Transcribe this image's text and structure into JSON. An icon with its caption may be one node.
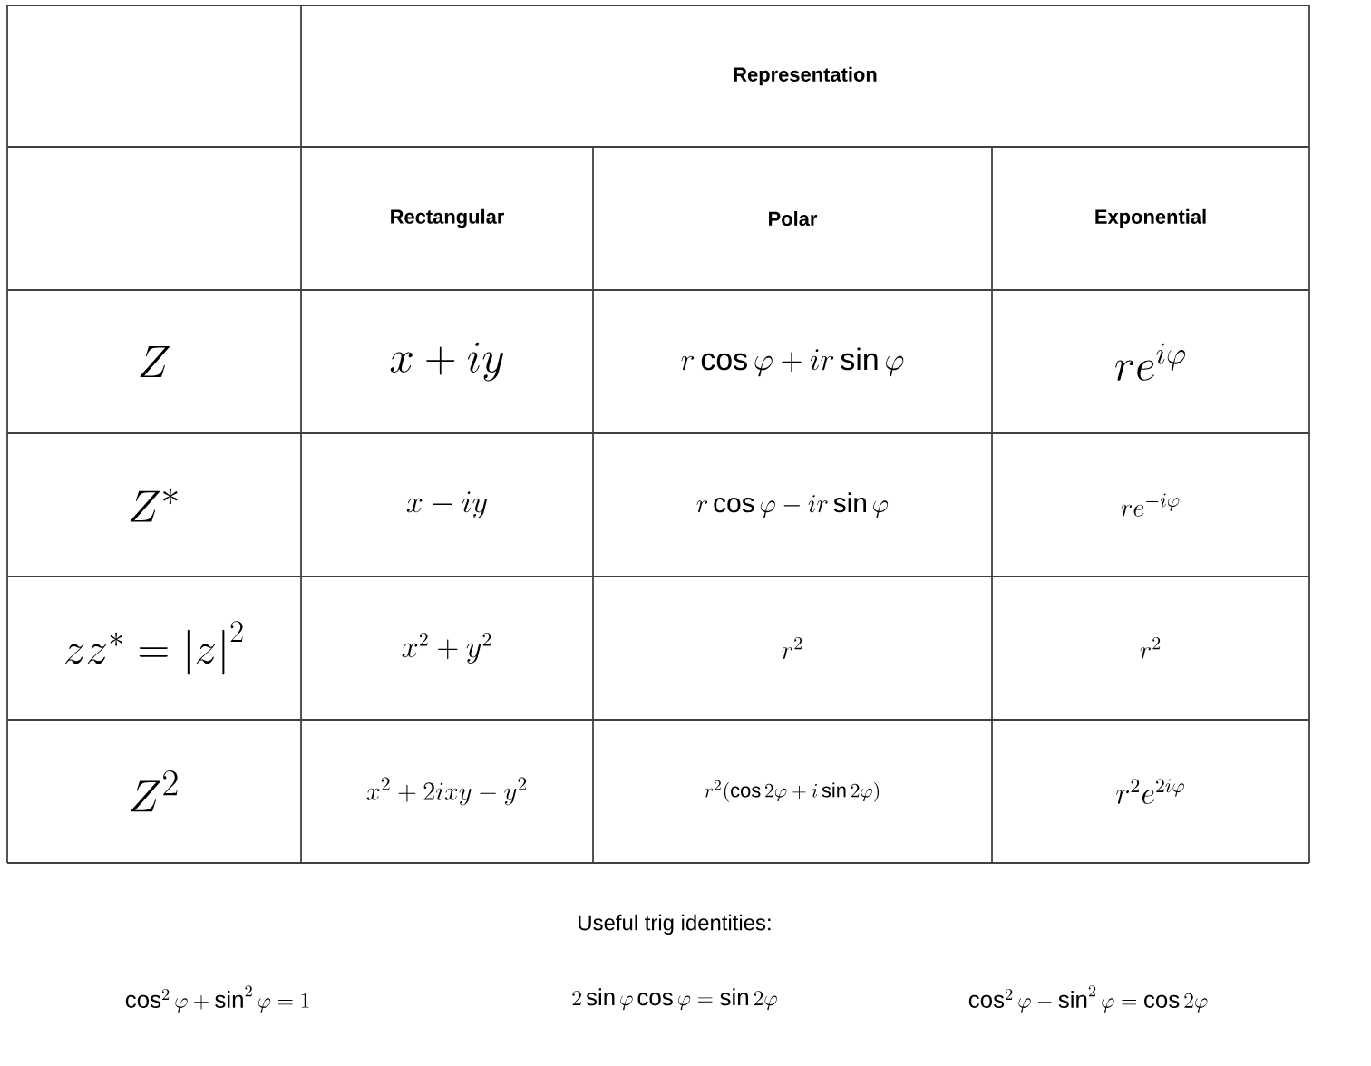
{
  "diagram": {
    "labels": [
      "Representation",
      "Rectangular",
      "Polar",
      "Exponential",
      "Z",
      "x+iy",
      "r\\cos\\varphi+ir\\sin\\varphi",
      "re^{i\\varphi}",
      "Z^{*}",
      "x-iy",
      "r\\cos\\varphi-ir\\sin\\varphi",
      "re^{-i\\varphi}",
      "zz^{*}=\\left|z\\right|^{2}",
      "x^{2}+y^{2}",
      "r^{2}",
      "r^{2}",
      "Z^{2}",
      "x^{2}+2ixy-y^{2}",
      "r^{2}(\\cos 2\\varphi+i\\sin 2\\varphi)",
      "r^{2}e^{2i\\varphi}",
      "Useful trig identities:",
      "\\cos^{2}\\varphi+\\sin^{2}\\varphi=1",
      "2\\sin\\varphi\\cos\\varphi=\\sin 2\\varphi",
      "\\cos^{2}\\varphi-\\sin^{2}\\varphi=\\cos 2\\varphi"
    ]
  }
}
